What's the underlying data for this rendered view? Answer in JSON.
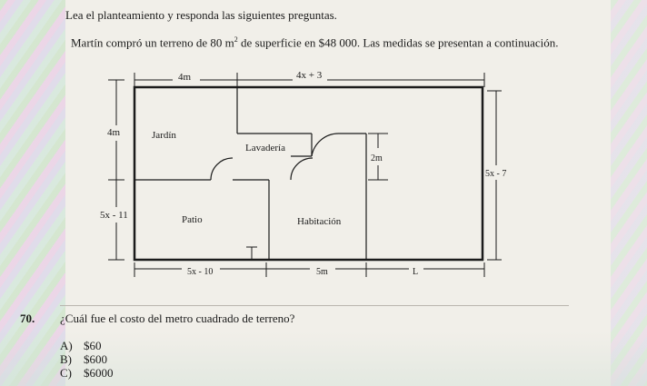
{
  "document": {
    "instruction": "Lea el planteamiento y responda las siguientes preguntas.",
    "statement_before": "Martín compró un terreno de 80 m",
    "statement_sup": "2",
    "statement_after": " de superficie en $48 000. Las medidas se presentan a continuación."
  },
  "figure": {
    "dim_top_left": "4m",
    "dim_top_right": "4x + 3",
    "dim_left_upper": "4m",
    "dim_left_lower": "5x - 11",
    "dim_right": "5x - 7",
    "dim_inner_2m": "2m",
    "dim_bottom_left": "5x - 10",
    "dim_bottom_mid": "5m",
    "dim_bottom_right": "L",
    "room_jardin": "Jardín",
    "room_lavaderia": "Lavadería",
    "room_patio": "Patio",
    "room_habitacion": "Habitación"
  },
  "question": {
    "number": "70.",
    "text": "¿Cuál fue el costo del metro cuadrado de terreno?",
    "options": [
      {
        "letter": "A)",
        "value": "$60"
      },
      {
        "letter": "B)",
        "value": "$600"
      },
      {
        "letter": "C)",
        "value": "$6000"
      }
    ]
  }
}
